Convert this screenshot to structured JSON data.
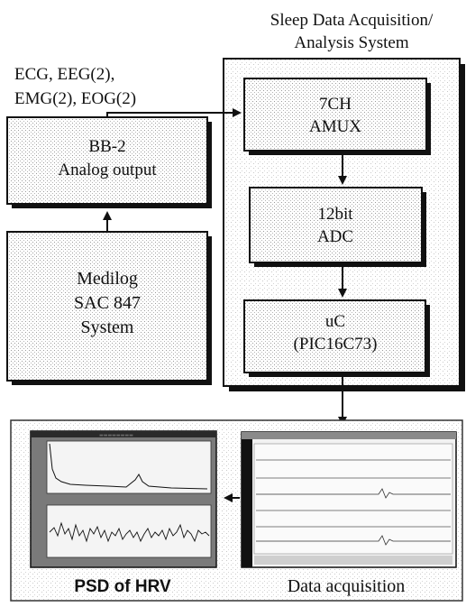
{
  "system_title": {
    "line1": "Sleep Data Acquisition/",
    "line2": "Analysis System"
  },
  "signals": {
    "line1": "ECG, EEG(2),",
    "line2": "EMG(2), EOG(2)"
  },
  "blocks": {
    "amux": {
      "line1": "7CH",
      "line2": "AMUX"
    },
    "adc": {
      "line1": "12bit",
      "line2": "ADC"
    },
    "uc": {
      "line1": "uC",
      "line2": "(PIC16C73)"
    },
    "bb2": {
      "line1": "BB-2",
      "line2": "Analog output"
    },
    "medilog": {
      "line1": "Medilog",
      "line2": "SAC 847",
      "line3": "System"
    }
  },
  "bottom_panel": {
    "psd_label": "PSD of HRV",
    "acq_label": "Data acquisition"
  }
}
